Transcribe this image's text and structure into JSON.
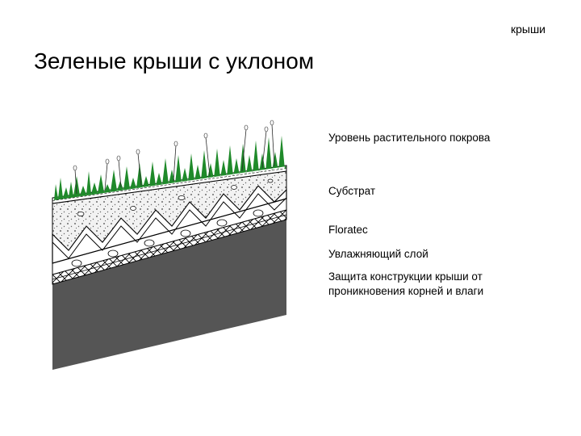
{
  "header": {
    "tag": "крыши"
  },
  "title": "Зеленые крыши с уклоном",
  "legend": {
    "items": [
      "Уровень  растительного покрова",
      "Субстрат",
      "Floratec",
      "Увлажняющий слой",
      "Защита конструкции крыши от проникновения корней и влаги"
    ]
  },
  "colors": {
    "vegetation": "#1f8a2a",
    "base": "#555555",
    "substrate": "#f2f2f2",
    "line": "#000000"
  }
}
